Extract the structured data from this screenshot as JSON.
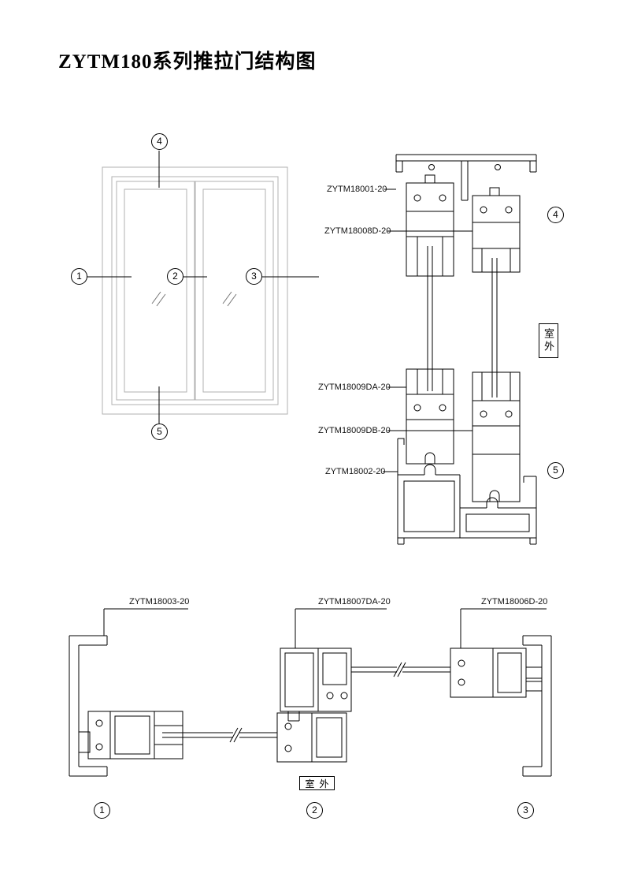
{
  "title": "ZYTM180系列推拉门结构图",
  "elevation": {
    "callouts": [
      "1",
      "2",
      "3",
      "4",
      "5"
    ]
  },
  "vertical_section": {
    "labels": [
      "ZYTM18001-20",
      "ZYTM18008D-20",
      "ZYTM18009DA-20",
      "ZYTM18009DB-20",
      "ZYTM18002-20"
    ],
    "callouts": [
      "4",
      "5"
    ],
    "outdoor_label": "室外"
  },
  "horizontal_section": {
    "labels": [
      "ZYTM18003-20",
      "ZYTM18007DA-20",
      "ZYTM18006D-20"
    ],
    "callouts": [
      "1",
      "2",
      "3"
    ],
    "outdoor_label": "室外"
  },
  "colors": {
    "line": "#000000",
    "elevation_line": "#b0b0b0",
    "background": "#ffffff"
  }
}
